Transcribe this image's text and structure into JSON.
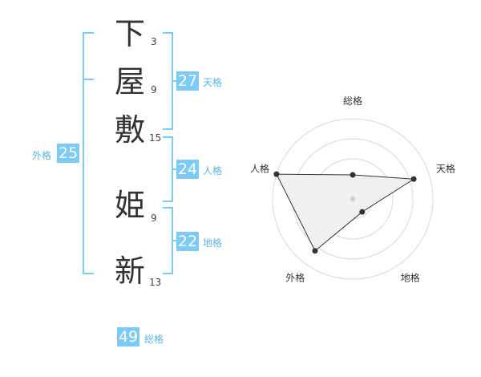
{
  "characters": [
    {
      "char": "下",
      "strokes": "3"
    },
    {
      "char": "屋",
      "strokes": "9"
    },
    {
      "char": "敷",
      "strokes": "15"
    },
    {
      "char": "姫",
      "strokes": "9"
    },
    {
      "char": "新",
      "strokes": "13"
    }
  ],
  "fortunes": {
    "tenkaku": {
      "value": "27",
      "label": "天格"
    },
    "jinkaku": {
      "value": "24",
      "label": "人格"
    },
    "chikaku": {
      "value": "22",
      "label": "地格"
    },
    "gaikaku": {
      "value": "25",
      "label": "外格"
    },
    "soukaku": {
      "value": "49",
      "label": "総格"
    }
  },
  "chart_data": {
    "type": "radar",
    "axes": [
      "総格",
      "天格",
      "地格",
      "外格",
      "人格"
    ],
    "values": [
      0.3,
      0.8,
      0.2,
      0.8,
      1.0
    ],
    "range": [
      0,
      1
    ],
    "rings": 4,
    "fill_color": "#f0f0f0",
    "line_color": "#333333"
  }
}
